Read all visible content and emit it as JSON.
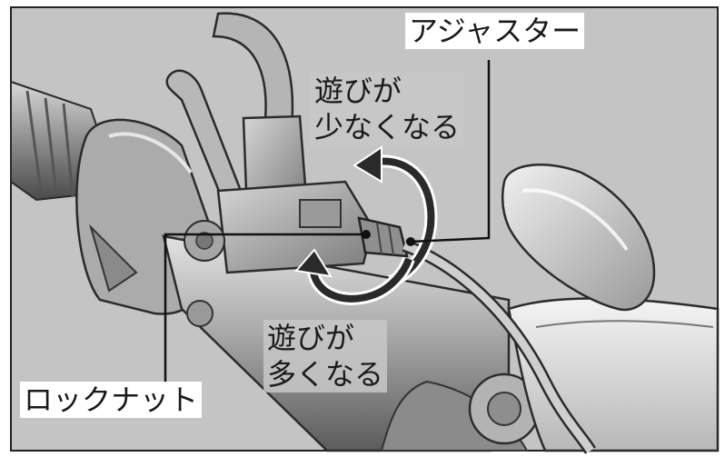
{
  "labels": {
    "adjuster": "アジャスター",
    "less_play_line1": "遊びが",
    "less_play_line2": "少なくなる",
    "more_play_line1": "遊びが",
    "more_play_line2": "多くなる",
    "lock_nut": "ロックナット"
  },
  "colors": {
    "background": "#c9c9c9",
    "metal": "#9b9b9b",
    "dark": "#3a3a3a",
    "arrow": "#2a2a2a",
    "text": "#1a1a1a"
  }
}
